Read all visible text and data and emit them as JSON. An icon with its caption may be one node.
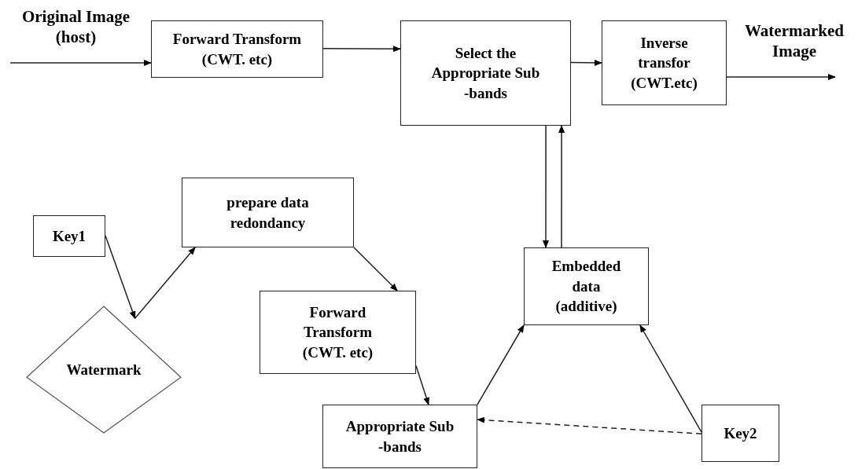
{
  "diagram": {
    "nodes": [
      {
        "text": [
          "Forward Transform (CWT. etc)"
        ]
      },
      {
        "text": [
          "Select the Appropriate Sub -bands"
        ]
      },
      {
        "text": [
          "Inverse transfor (CWT.etc)"
        ]
      },
      {
        "text": [
          "prepare data redondancy"
        ]
      },
      {
        "text": [
          "Key1"
        ]
      },
      {
        "text": [
          "Watermark"
        ]
      },
      {
        "text": [
          "Forward Transform (CWT. etc)"
        ]
      },
      {
        "text": [
          "Embedded data (additive)"
        ]
      },
      {
        "text": [
          "Appropriate Sub -bands"
        ]
      },
      {
        "text": [
          "Key2"
        ]
      }
    ],
    "edges": [
      {
        "from": null,
        "to": 0,
        "arrow": "to",
        "label": "Original Image (host)"
      },
      {
        "from": 0,
        "to": 1,
        "arrow": "to"
      },
      {
        "from": 1,
        "to": 2,
        "arrow": "to"
      },
      {
        "from": 2,
        "to": null,
        "arrow": "to",
        "label": "Watermarked Image"
      },
      {
        "from": 1,
        "to": 7,
        "arrow": "to"
      },
      {
        "from": 7,
        "to": 1,
        "arrow": "to"
      },
      {
        "from": 4,
        "to": 5,
        "arrow": "to"
      },
      {
        "from": 5,
        "to": 3,
        "arrow": "to"
      },
      {
        "from": 3,
        "to": 6,
        "arrow": "to"
      },
      {
        "from": 6,
        "to": 8,
        "arrow": "to"
      },
      {
        "from": 8,
        "to": 7,
        "arrow": "to"
      },
      {
        "from": 9,
        "to": 7,
        "arrow": "to"
      },
      {
        "from": 9,
        "to": 8,
        "arrow": "to",
        "style": "dashed"
      }
    ]
  }
}
